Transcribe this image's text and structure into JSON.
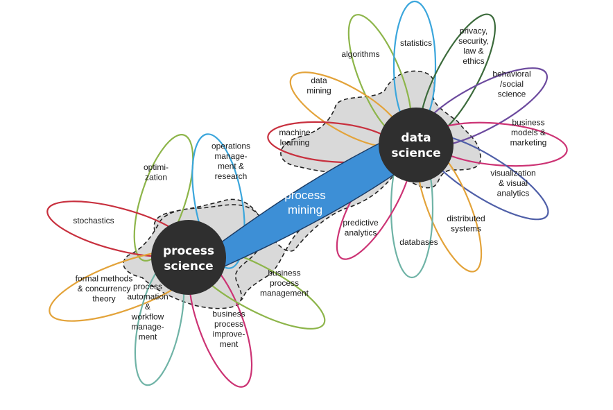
{
  "hubs": {
    "process_science": {
      "line1": "process",
      "line2": "science"
    },
    "data_science": {
      "line1": "data",
      "line2": "science"
    }
  },
  "bridge": {
    "line1": "process",
    "line2": "mining"
  },
  "colors": {
    "hub_fill": "#2f2f2f",
    "bridge_fill": "#3d8fd6",
    "cloud_fill": "#d9d9d9",
    "red": "#c8303e",
    "green": "#8db54a",
    "blue": "#3ba6dc",
    "orange": "#e3a33a",
    "teal": "#6fb3a6",
    "pink": "#cc3374",
    "darkgreen": "#3c6b3c",
    "purple": "#6c4a9e",
    "navy": "#4f5fa8"
  },
  "process_petals": [
    {
      "id": "optimization",
      "lines": [
        "optimi-",
        "zation"
      ],
      "color": "green"
    },
    {
      "id": "operations",
      "lines": [
        "operations",
        "manage-",
        "ment &",
        "research"
      ],
      "color": "blue"
    },
    {
      "id": "stochastics",
      "lines": [
        "stochastics"
      ],
      "color": "red"
    },
    {
      "id": "formal-methods",
      "lines": [
        "formal methods",
        "& concurrency",
        "theory"
      ],
      "color": "orange"
    },
    {
      "id": "process-automation",
      "lines": [
        "process",
        "automation",
        "&",
        "workflow",
        "manage-",
        "ment"
      ],
      "color": "teal"
    },
    {
      "id": "business-process-improvement",
      "lines": [
        "business",
        "process",
        "improve-",
        "ment"
      ],
      "color": "pink"
    },
    {
      "id": "business-process-management",
      "lines": [
        "business",
        "process",
        "management"
      ],
      "color": "green"
    }
  ],
  "data_petals": [
    {
      "id": "algorithms",
      "lines": [
        "algorithms"
      ],
      "color": "green"
    },
    {
      "id": "statistics",
      "lines": [
        "statistics"
      ],
      "color": "blue"
    },
    {
      "id": "privacy",
      "lines": [
        "privacy,",
        "security,",
        "law &",
        "ethics"
      ],
      "color": "darkgreen"
    },
    {
      "id": "behavioral",
      "lines": [
        "behavioral",
        "/social",
        "science"
      ],
      "color": "purple"
    },
    {
      "id": "data-mining",
      "lines": [
        "data",
        "mining"
      ],
      "color": "orange"
    },
    {
      "id": "machine-learning",
      "lines": [
        "machine",
        "learning"
      ],
      "color": "red"
    },
    {
      "id": "business-models",
      "lines": [
        "business",
        "models &",
        "marketing"
      ],
      "color": "pink"
    },
    {
      "id": "visualization",
      "lines": [
        "visualization",
        "& visual",
        "analytics"
      ],
      "color": "navy"
    },
    {
      "id": "distributed-systems",
      "lines": [
        "distributed",
        "systems"
      ],
      "color": "orange"
    },
    {
      "id": "databases",
      "lines": [
        "databases"
      ],
      "color": "teal"
    },
    {
      "id": "predictive-analytics",
      "lines": [
        "predictive",
        "analytics"
      ],
      "color": "pink"
    }
  ]
}
